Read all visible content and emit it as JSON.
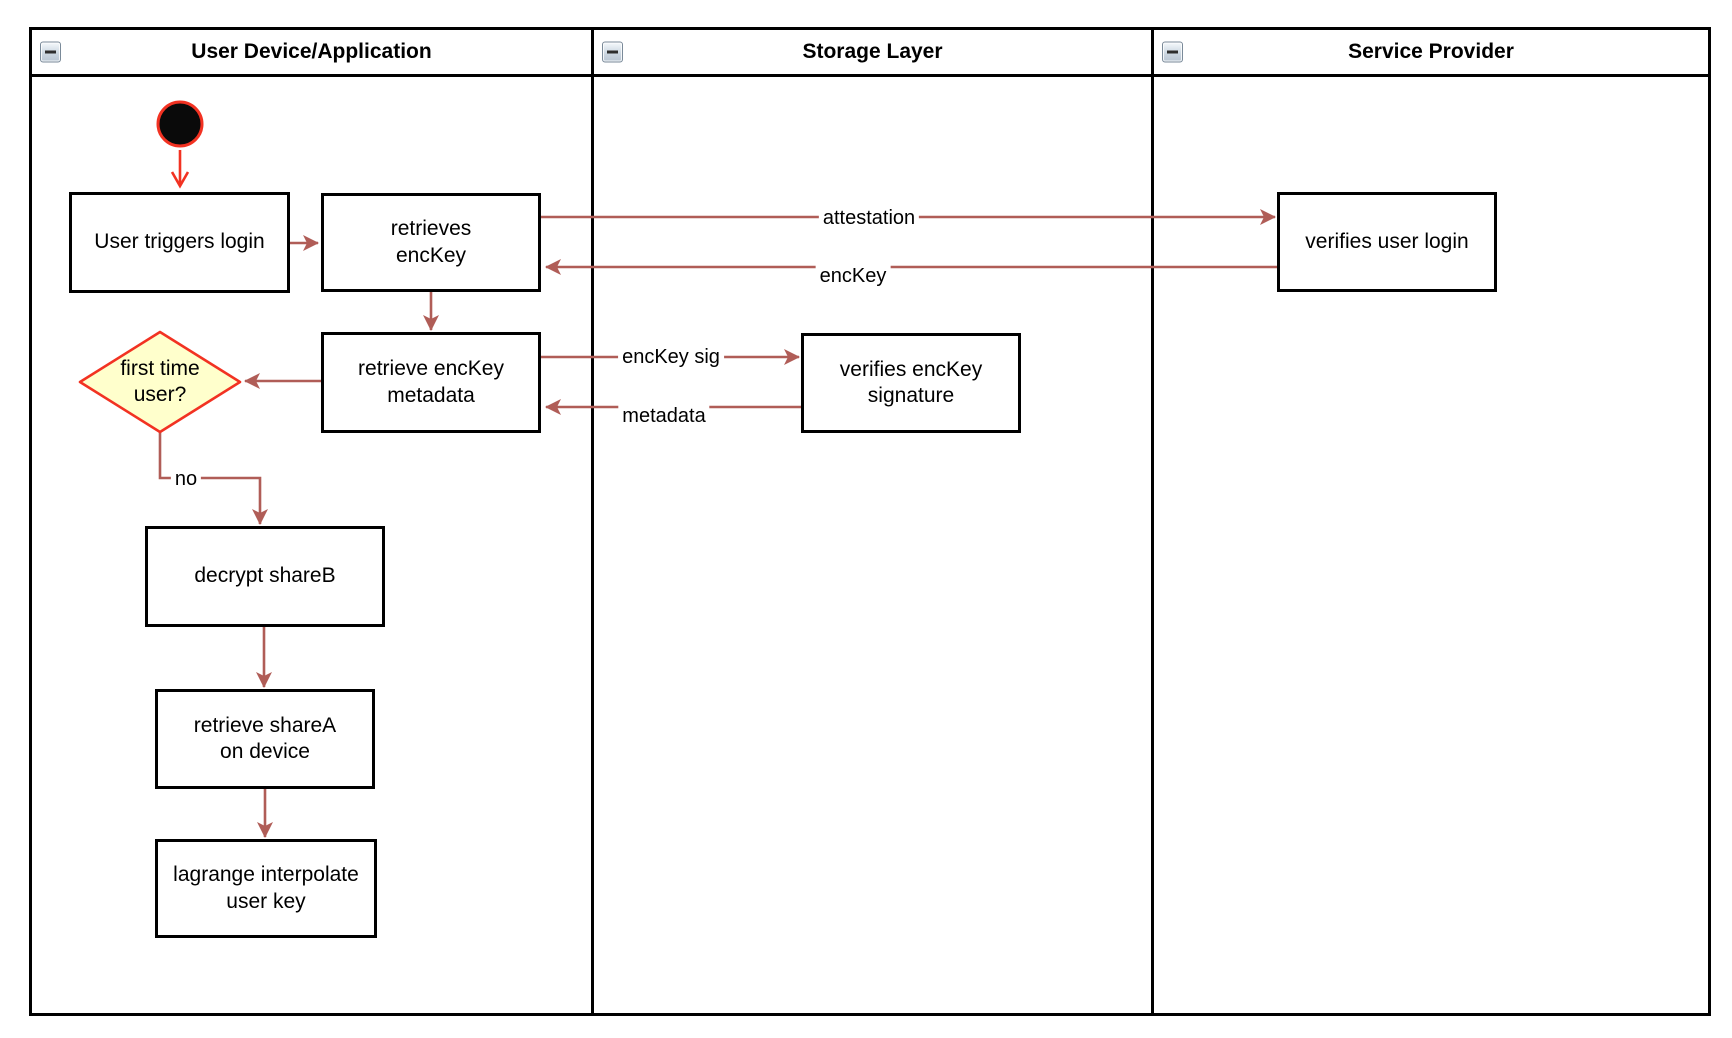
{
  "colors": {
    "flow_red": "#B05D57",
    "bright_red": "#F23222",
    "diamond_fill": "#FFFFCC",
    "box_border": "#000000"
  },
  "lanes": [
    {
      "title": "User Device/Application"
    },
    {
      "title": "Storage Layer"
    },
    {
      "title": "Service Provider"
    }
  ],
  "nodes": {
    "user_triggers_login": "User triggers login",
    "retrieves_enckey": "retrieves\nencKey",
    "retrieve_enckey_metadata": "retrieve encKey\nmetadata",
    "verifies_enckey_signature": "verifies encKey\nsignature",
    "verifies_user_login": "verifies user login",
    "first_time_user": "first time\nuser?",
    "decrypt_shareb": "decrypt shareB",
    "retrieve_sharea": "retrieve shareA\non device",
    "lagrange_interpolate": "lagrange interpolate\nuser key"
  },
  "edge_labels": {
    "attestation": "attestation",
    "enckey": "encKey",
    "enckey_sig": "encKey sig",
    "metadata": "metadata",
    "no": "no"
  }
}
